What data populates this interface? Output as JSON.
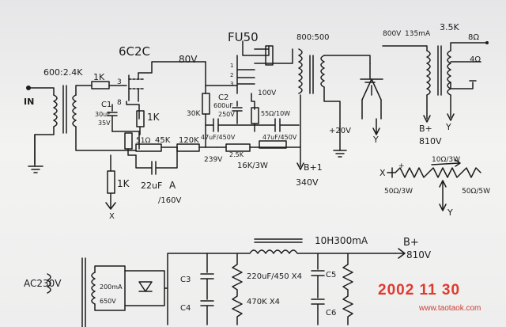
{
  "schematic": {
    "input": {
      "label": "IN",
      "xfmr_ratio": "600:2.4K"
    },
    "v1": {
      "tube": "6C2C",
      "plate_v": "80V",
      "grid_r": "1K",
      "pin3": "3",
      "pin8": "8",
      "c1_name": "C1",
      "c1_value": "30uF",
      "c1_v": "35V",
      "rk": "1K",
      "r_51": "51Ω",
      "r_45k": "45K",
      "r_120k": "120K",
      "r_1k_bot": "1K",
      "c_bot": "22uF",
      "c_bot_v": "/160V",
      "c_bot_tag": "A",
      "out_x": "X"
    },
    "v2": {
      "tube": "FU50",
      "r_30k": "30K",
      "c2_name": "C2",
      "c2_value": "600uF",
      "c2_v": "250V",
      "k_v": "100V",
      "rk": "55Ω/10W",
      "pin1": "1",
      "pin2": "2",
      "pin3": "3",
      "c_a": "47uF/450V",
      "c_b": "47uF/450V",
      "r_a": "2.5K",
      "r_b": "16K/3W",
      "v_239": "239V",
      "bp1": "B+1",
      "bp1_v": "340V"
    },
    "output": {
      "ratio": "800:500",
      "g2_v": "800V",
      "g2_i": "135mA",
      "z": "3.5K",
      "z8": "8Ω",
      "z4": "4Ω",
      "y_mark": "Y",
      "bplus": "B+",
      "bplus_v": "810V",
      "ck": "+20V",
      "ck_y": "Y"
    },
    "bias": {
      "r1": "50Ω/3W",
      "r2": "10Ω/3W",
      "r3": "50Ω/5W",
      "x": "X",
      "y": "Y",
      "plus": "+"
    },
    "psu": {
      "ac": "AC230V",
      "pt_i": "200mA",
      "pt_v": "650V",
      "choke": "10H300mA",
      "bplus": "B+",
      "bplus_v": "810V",
      "caps": "220uF/450 X4",
      "bleed": "470K X4",
      "c3": "C3",
      "c4": "C4",
      "c5": "C5",
      "c6": "C6"
    }
  },
  "stamp": {
    "date": "2002 11 30",
    "website": "www.taotaok.com"
  },
  "colors": {
    "ink": "#1c1c1c",
    "stamp": "#e0392d"
  }
}
